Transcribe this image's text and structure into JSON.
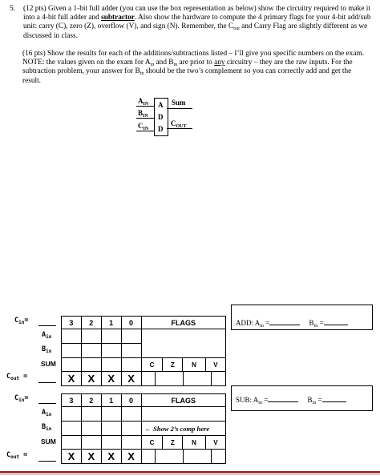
{
  "question": {
    "number": "5.",
    "p1": "(12 pts)  Given a 1-bit full adder (you can use the box representation as below) show the circuitry required to make it into a 4-bit full adder and",
    "p1_bold": "subtractor",
    "p1_end_a": ".  Also show the hardware to compute the 4 primary flags for your 4-bit add/sub unit: carry (C), zero (Z), overflow (V), and sign (N).  Remember, the C",
    "p1_end_sub": "out",
    "p1_end_b": " and Carry Flag are slightly different as we discussed in class.",
    "p2_a": "(16 pts) Show the results for each of the additions/subtractions listed – I’ll give you specific numbers on the exam.  NOTE: the values given on the exam for A",
    "p2_sub1": "in",
    "p2_b": " and B",
    "p2_sub2": "in",
    "p2_c": " are prior to",
    "p2_any": "any",
    "p2_d": " circuitry – they are the raw inputs.  For the subtraction problem, your answer for B",
    "p2_sub3": "in",
    "p2_e": " should be the two’s complement so you can correctly add and get the result."
  },
  "adder": {
    "a_in": "A",
    "a_sub": "IN",
    "b_in": "B",
    "b_sub": "IN",
    "c_in": "C",
    "c_sub": "IN",
    "box_letters": [
      "A",
      "D",
      "D"
    ],
    "sum": "Sum",
    "c_out": "C",
    "c_out_sub": "OUT"
  },
  "tables": [
    {
      "cin_label": "C",
      "cin_sub": "in",
      "cin_eq": "=",
      "a_label": "A",
      "a_sub": "in",
      "b_label": "B",
      "b_sub": "in",
      "sum_label": "SUM",
      "cout_label": "C",
      "cout_sub": "out",
      "cout_eq": "=",
      "bits": [
        "3",
        "2",
        "1",
        "0"
      ],
      "flags_header": "FLAGS",
      "flags": [
        "C",
        "Z",
        "N",
        "V"
      ],
      "x_marks": [
        "X",
        "X",
        "X",
        "X"
      ],
      "op_label": "ADD: A",
      "op_a_sub": "in",
      "op_eq": " =",
      "op_b": "B",
      "op_b_sub": "in",
      "op_b_eq": " ="
    },
    {
      "cin_label": "C",
      "cin_sub": "in",
      "cin_eq": "=",
      "a_label": "A",
      "a_sub": "in",
      "b_label": "B",
      "b_sub": "in",
      "sum_label": "SUM",
      "cout_label": "C",
      "cout_sub": "out",
      "cout_eq": "=",
      "bits": [
        "3",
        "2",
        "1",
        "0"
      ],
      "flags_header": "FLAGS",
      "flags": [
        "C",
        "Z",
        "N",
        "V"
      ],
      "x_marks": [
        "X",
        "X",
        "X",
        "X"
      ],
      "show_note": "← Show 2’s comp here",
      "op_label": "SUB: A",
      "op_a_sub": "in",
      "op_eq": " =",
      "op_b": "B",
      "op_b_sub": "in",
      "op_b_eq": " ="
    }
  ],
  "colors": {
    "rule_top": "#7a1f1f",
    "rule_bottom": "#c0504d"
  }
}
